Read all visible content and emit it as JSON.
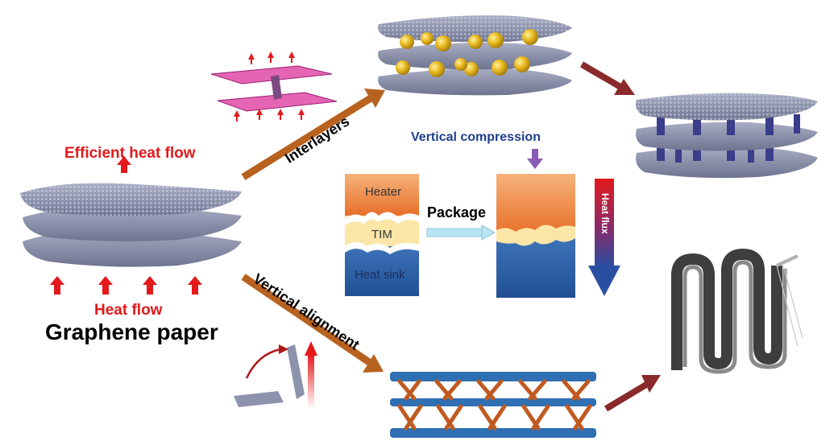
{
  "labels": {
    "efficient_heat_flow": "Efficient heat flow",
    "heat_flow": "Heat flow",
    "graphene_paper": "Graphene paper",
    "interlayers": "Interlayers",
    "vertical_alignment": "Vertical alignment",
    "vertical_compression": "Vertical compression",
    "package": "Package",
    "heater": "Heater",
    "tim": "TIM",
    "heat_sink": "Heat sink",
    "heat_flux": "Heat flux"
  },
  "colors": {
    "graphene": "#8d93ad",
    "graphene_dark": "#5c6178",
    "heat_red": "#e3191b",
    "orange_arrow": "#b8621f",
    "dark_red_arrow": "#8a2a2a",
    "heater_top": "#f0a060",
    "heater_bottom": "#e8732c",
    "tim": "#fbe6a8",
    "heat_sink": "#2a5ba0",
    "compression_arrow": "#8a5cb5",
    "package_arrow": "#b8e4f4",
    "title_blue": "#1f3f8a",
    "sphere": "#e0b420",
    "pillar": "#3a3d8a",
    "blue_fiber": "#2f6fb3",
    "orange_fiber": "#c05a20",
    "corrugated": "#555555"
  }
}
